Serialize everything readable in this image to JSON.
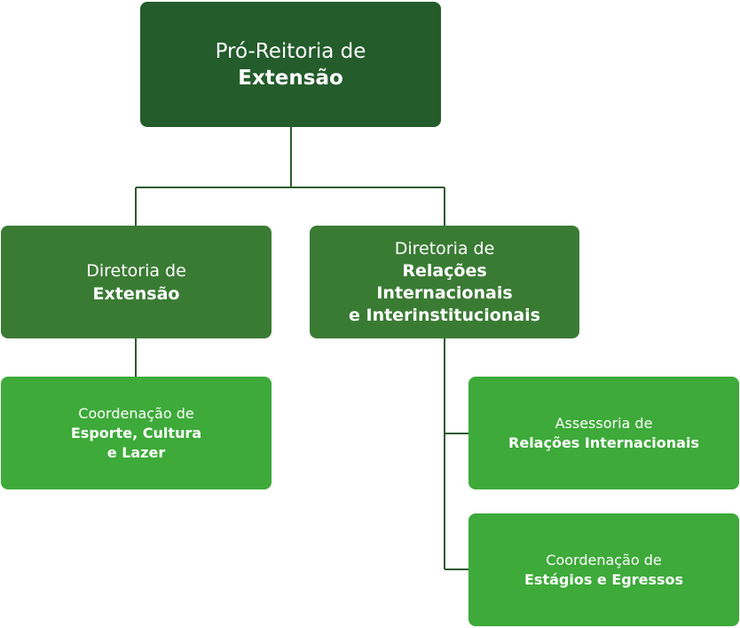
{
  "org_chart": {
    "root": {
      "line1": "Pró-Reitoria de",
      "line2": "Extensão"
    },
    "diretoria_extensao": {
      "line1": "Diretoria de",
      "line2": "Extensão"
    },
    "diretoria_relacoes": {
      "line1": "Diretoria de",
      "line2": "Relações",
      "line3": "Internacionais",
      "line4": "e Interinstitucionais"
    },
    "coordenacao_esporte": {
      "line1": "Coordenação de",
      "line2": "Esporte, Cultura",
      "line3": "e Lazer"
    },
    "assessoria_relacoes": {
      "line1": "Assessoria de",
      "line2": "Relações Internacionais"
    },
    "coordenacao_estagios": {
      "line1": "Coordenação de",
      "line2": "Estágios e Egressos"
    },
    "colors": {
      "level_0": "#245c2c",
      "level_1": "#3a7b34",
      "level_2": "#3daa39",
      "connector": "#2f5a30",
      "text": "#ffffff"
    }
  }
}
